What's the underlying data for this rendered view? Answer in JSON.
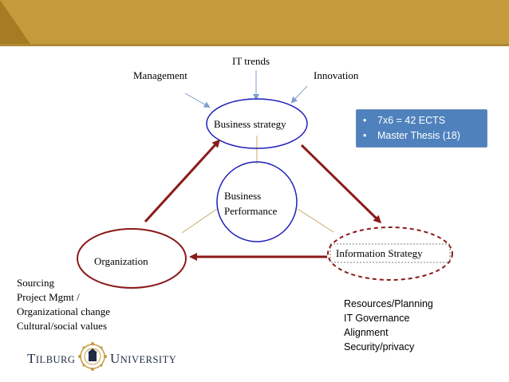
{
  "colors": {
    "banner": "#c49b3c",
    "banner_dark": "#a57b24",
    "arrow_dark_red": "#8b1a1a",
    "center_circle": "#1f1fb8",
    "thin_arrow": "#7f9fcf",
    "connector": "#c8ad6a",
    "bullet_box": "#4f81bd"
  },
  "labels": {
    "it_trends": "IT trends",
    "management": "Management",
    "innovation": "Innovation",
    "business_strategy": "Business strategy",
    "business_performance_line1": "Business",
    "business_performance_line2": "Performance",
    "organization": "Organization",
    "information_strategy": "Information Strategy"
  },
  "bullets": [
    "7x6 = 42 ECTS",
    "Master Thesis (18)"
  ],
  "left_list": [
    "Sourcing",
    "Project Mgmt /",
    "Organizational change",
    "Cultural/social values"
  ],
  "right_list": [
    "Resources/Planning",
    "IT Governance",
    "Alignment",
    "Security/privacy"
  ],
  "logo": {
    "left_big": "T",
    "left_small": "ILBURG",
    "right_big": "U",
    "right_small": "NIVERSITY"
  }
}
